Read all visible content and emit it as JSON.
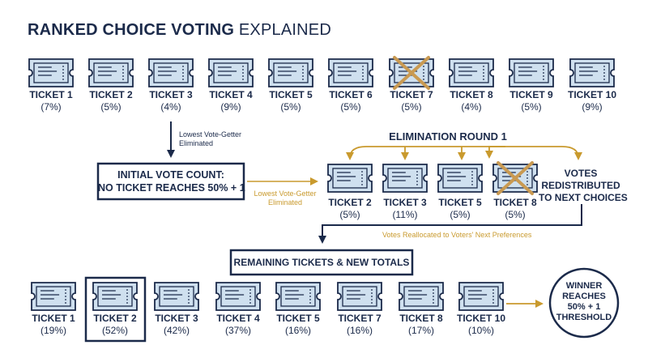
{
  "title": {
    "bold": "RANKED CHOICE VOTING",
    "light": "EXPLAINED"
  },
  "colors": {
    "navy": "#1b2a4a",
    "ticket_fill": "#cfe0ef",
    "gold": "#c99a2e",
    "cross": "#c99a52"
  },
  "row1": [
    {
      "name": "TICKET 1",
      "pct": "(7%)",
      "eliminated": false
    },
    {
      "name": "TICKET 2",
      "pct": "(5%)",
      "eliminated": false
    },
    {
      "name": "TICKET 3",
      "pct": "(4%)",
      "eliminated": false
    },
    {
      "name": "TICKET 4",
      "pct": "(9%)",
      "eliminated": false
    },
    {
      "name": "TICKET 5",
      "pct": "(5%)",
      "eliminated": false
    },
    {
      "name": "TICKET 6",
      "pct": "(5%)",
      "eliminated": false
    },
    {
      "name": "TICKET 7",
      "pct": "(5%)",
      "eliminated": true
    },
    {
      "name": "TICKET 8",
      "pct": "(4%)",
      "eliminated": false
    },
    {
      "name": "TICKET 9",
      "pct": "(5%)",
      "eliminated": false
    },
    {
      "name": "TICKET 10",
      "pct": "(9%)",
      "eliminated": false
    }
  ],
  "arrow_down_note": [
    "Lowest Vote-Getter",
    "Eliminated"
  ],
  "initial_box": [
    "INITIAL VOTE COUNT:",
    "NO TICKET REACHES 50% + 1"
  ],
  "side_note": [
    "Lowest Vote-Getter",
    "Eliminated"
  ],
  "elimination_title": "ELIMINATION ROUND 1",
  "row2": [
    {
      "name": "TICKET 2",
      "pct": "(5%)",
      "eliminated": false
    },
    {
      "name": "TICKET 3",
      "pct": "(11%)",
      "eliminated": false
    },
    {
      "name": "TICKET 5",
      "pct": "(5%)",
      "eliminated": false
    },
    {
      "name": "TICKET 8",
      "pct": "(5%)",
      "eliminated": true
    }
  ],
  "redistributed": [
    "VOTES",
    "REDISTRIBUTED",
    "TO NEXT CHOICES"
  ],
  "reallocated_note": "Votes Reallocated to Voters' Next Preferences",
  "remaining_box": "REMAINING TICKETS & NEW TOTALS",
  "row3": [
    {
      "name": "TICKET 1",
      "pct": "(19%)",
      "eliminated": false,
      "winner": false
    },
    {
      "name": "TICKET 2",
      "pct": "(52%)",
      "eliminated": false,
      "winner": true
    },
    {
      "name": "TICKET 3",
      "pct": "(42%)",
      "eliminated": false,
      "winner": false
    },
    {
      "name": "TICKET 4",
      "pct": "(37%)",
      "eliminated": false,
      "winner": false
    },
    {
      "name": "TICKET 5",
      "pct": "(16%)",
      "eliminated": false,
      "winner": false
    },
    {
      "name": "TICKET 7",
      "pct": "(16%)",
      "eliminated": false,
      "winner": false
    },
    {
      "name": "TICKET 8",
      "pct": "(17%)",
      "eliminated": false,
      "winner": false
    },
    {
      "name": "TICKET 10",
      "pct": "(10%)",
      "eliminated": false,
      "winner": false
    }
  ],
  "winner_circle": [
    "WINNER",
    "REACHES",
    "50% + 1",
    "THRESHOLD"
  ]
}
